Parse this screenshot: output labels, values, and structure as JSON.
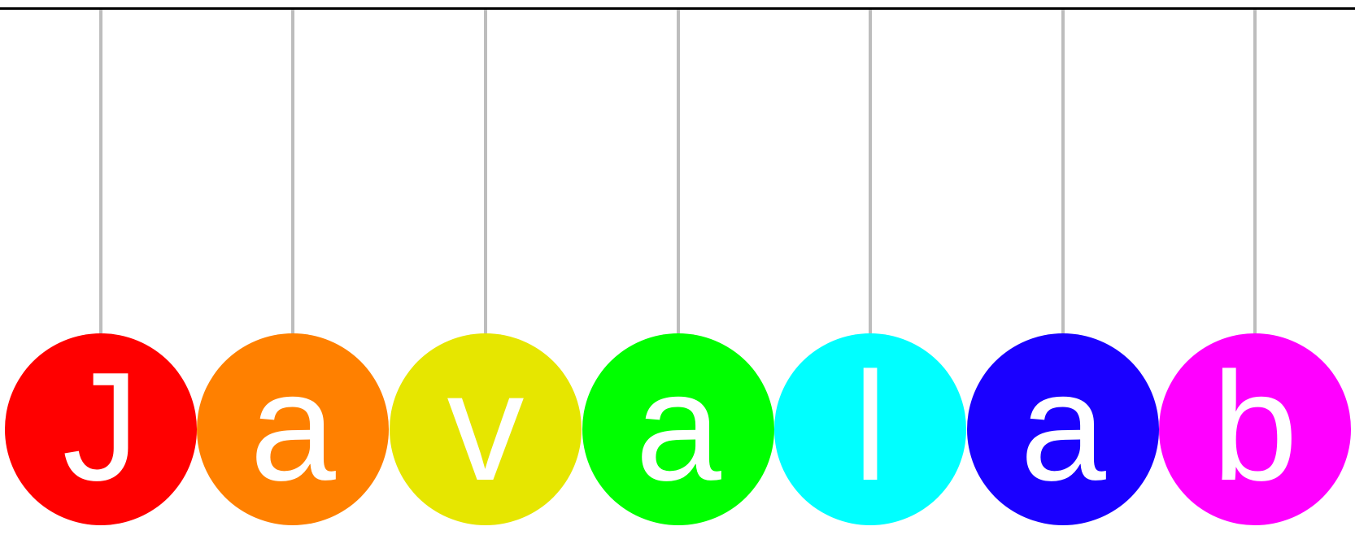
{
  "balls": [
    {
      "letter": "J",
      "color": "#ff0000"
    },
    {
      "letter": "a",
      "color": "#ff8000"
    },
    {
      "letter": "v",
      "color": "#e6e600"
    },
    {
      "letter": "a",
      "color": "#00ff00"
    },
    {
      "letter": "l",
      "color": "#00ffff"
    },
    {
      "letter": "a",
      "color": "#1a00ff"
    },
    {
      "letter": "b",
      "color": "#ff00ff"
    }
  ],
  "colors": {
    "string": "#bdbdbd",
    "bar": "#000000",
    "text": "#ffffff"
  }
}
